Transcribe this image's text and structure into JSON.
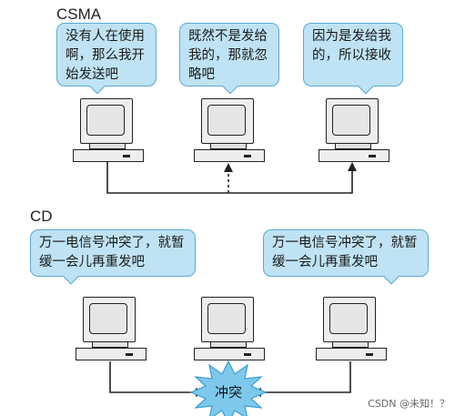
{
  "sections": {
    "csma": {
      "label": "CSMA"
    },
    "cd": {
      "label": "CD"
    }
  },
  "bubbles": {
    "csma_left": "没有人在使用啊，那么我开始发送吧",
    "csma_mid": "既然不是发给我的，那就忽略吧",
    "csma_right": "因为是发给我的，所以接收",
    "cd_left": "万一电信号冲突了，就暂缓一会儿再重发吧",
    "cd_right": "万一电信号冲突了，就暂缓一会儿再重发吧"
  },
  "collision": {
    "label": "冲突"
  },
  "watermark": "CSDN @未知！？",
  "colors": {
    "bubble_fill": "#bfe3f4",
    "bubble_border": "#5aa9d4",
    "burst_fill": "#7ec8ec"
  }
}
